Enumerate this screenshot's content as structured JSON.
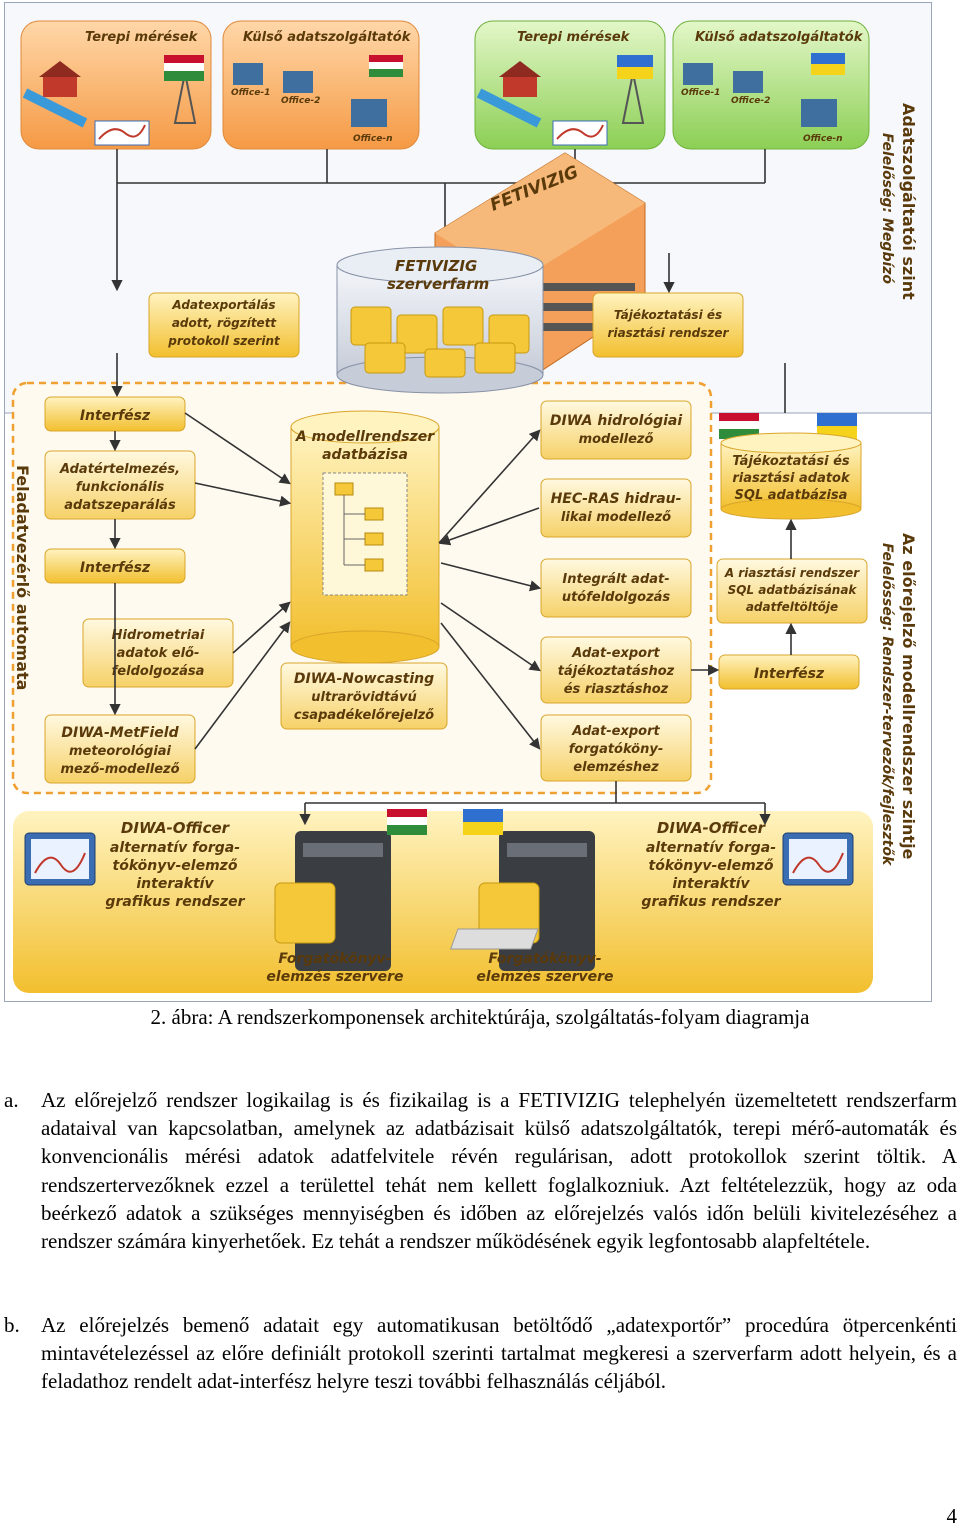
{
  "figure": {
    "level_top": "Adatszolgáltatói szint",
    "level_top_resp": "Felelőség: Megbízó",
    "level_mid": "Az előrejelző modellrendszer szintje",
    "level_mid_resp": "Felelősség: Rendszer-tervezők/fejlesztők",
    "level_left": "Feladatvezérlő automata",
    "boxes": {
      "field_hu": "Terepi mérések",
      "ext_hu": "Külső adatszolgáltatók",
      "field_ua": "Terepi mérések",
      "ext_ua": "Külső adatszolgáltatók",
      "office1": "Office-1",
      "office2": "Office-2",
      "officen": "Office-n",
      "fetivizig": "FETIVIZIG",
      "serverfarm_1": "FETIVIZIG",
      "serverfarm_2": "szerverfarm",
      "export_1": "Adatexportálás",
      "export_2": "adott, rögzített",
      "export_3": "protokoll szerint",
      "alert_1": "Tájékoztatási és",
      "alert_2": "riasztási rendszer",
      "interface_1": "Interfész",
      "interp_1": "Adatértelmezés,",
      "interp_2": "funkcionális",
      "interp_3": "adatszeparálás",
      "interface_2": "Interfész",
      "hydro_1": "Hidrometriai",
      "hydro_2": "adatok elő-",
      "hydro_3": "feldolgozása",
      "metfield_1": "DIWA-MetField",
      "metfield_2": "meteorológiai",
      "metfield_3": "mező-modellező",
      "modeldb_1": "A modellrendszer",
      "modeldb_2": "adatbázisa",
      "nowcast_1": "DIWA-Nowcasting",
      "nowcast_2": "ultrarövidtávú",
      "nowcast_3": "csapadékelőrejelző",
      "diwa_hydro_1": "DIWA hidrológiai",
      "diwa_hydro_2": "modellező",
      "hecras_1": "HEC-RAS hidrau-",
      "hecras_2": "likai modellező",
      "integr_1": "Integrált adat-",
      "integr_2": "utófeldolgozás",
      "exp_alert_1": "Adat-export",
      "exp_alert_2": "tájékoztatáshoz",
      "exp_alert_3": "és riasztáshoz",
      "exp_book_1": "Adat-export",
      "exp_book_2": "forgatóköny-",
      "exp_book_3": "elemzéshez",
      "sqldb_1": "Tájékoztatási és",
      "sqldb_2": "riasztási adatok",
      "sqldb_3": "SQL adatbázisa",
      "sqlfill_1": "A riasztási rendszer",
      "sqlfill_2": "SQL adatbázisának",
      "sqlfill_3": "adatfeltöltője",
      "interface_3": "Interfész",
      "officer_1": "DIWA-Officer",
      "officer_2": "alternatív forga-",
      "officer_3": "tókönyv-elemző",
      "officer_4": "interaktív",
      "officer_5": "grafikus rendszer",
      "officer_r1": "DIWA-Officer",
      "officer_r2": "alternatív forga-",
      "officer_r3": "tókönyv-elemző",
      "officer_r4": "interaktív",
      "officer_r5": "grafikus rendszer",
      "srv1_1": "Forgatókönyv-",
      "srv1_2": "elemzés szervere",
      "srv2_1": "Forgatókönyv-",
      "srv2_2": "elemzés szervere"
    },
    "colors": {
      "orange": "#f7a552",
      "green": "#9fd870",
      "yellow": "#f5c83a",
      "dash": "#f0a030",
      "blue": "#3b6db3"
    }
  },
  "caption": "2. ábra: A rendszerkomponensek architektúrája, szolgáltatás-folyam diagramja",
  "item_a": {
    "marker": "a.",
    "text": "Az előrejelző rendszer logikailag is és fizikailag is a FETIVIZIG telephelyén üzemeltetett rendszerfarm adataival van kapcsolatban, amelynek az adatbázisait külső adatszolgáltatók, terepi mérő-automaták és konvencionális mérési adatok adatfelvitele révén regulárisan, adott protokollok szerint töltik. A rendszertervezőknek ezzel a területtel tehát nem kellett foglalkozniuk. Azt feltételezzük, hogy az oda beérkező adatok a szükséges mennyiségben és időben az előrejelzés valós időn belüli kivitelezéséhez a rendszer számára kinyerhetőek. Ez tehát a rendszer működésének egyik legfontosabb alapfeltétele."
  },
  "item_b": {
    "marker": "b.",
    "text": "Az előrejelzés bemenő adatait egy automatikusan betöltődő „adatexportőr” procedúra ötpercenkénti mintavételezéssel az előre definiált protokoll szerinti tartalmat megkeresi a szerverfarm adott helyein, és a feladathoz rendelt adat-interfész helyre teszi további felhasználás céljából."
  },
  "page_number": "4"
}
